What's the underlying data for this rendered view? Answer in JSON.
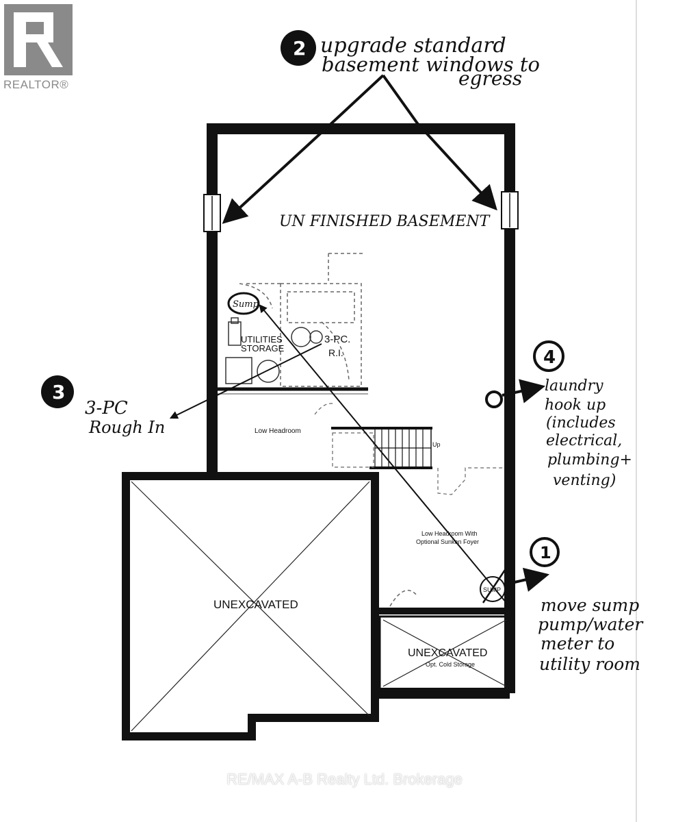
{
  "logo": {
    "text": "REALTOR®"
  },
  "watermark": "RE/MAX A-B Realty Ltd. Brokerage",
  "plan": {
    "room_main": "UN FINISHED BASEMENT",
    "room_utilities_line1": "UTILITIES",
    "room_utilities_line2": "STORAGE",
    "sump_circle": "Sump",
    "rough_in_line1": "3-PC.",
    "rough_in_line2": "R.I.",
    "low_headroom": "Low Headroom",
    "low_headroom_foyer_line1": "Low Headroom With",
    "low_headroom_foyer_line2": "Optional Sunken Foyer",
    "stair_up": "Up",
    "sump_label": "SUMP",
    "unexcavated_large": "UNEXCAVATED",
    "unexcavated_small": "UNEXCAVATED",
    "cold_storage": "Opt. Cold Storage"
  },
  "notes": {
    "n1_number": "1",
    "n1_text": [
      "move sump",
      "pump/water",
      "meter to",
      "utility room"
    ],
    "n2_number": "2",
    "n2_text": [
      "upgrade standard",
      "basement windows to",
      "egress"
    ],
    "n3_number": "3",
    "n3_text": [
      "3-PC",
      "Rough In"
    ],
    "n4_number": "4",
    "n4_text": [
      "laundry",
      "hook up",
      "(includes",
      "electrical,",
      "plumbing+",
      "venting)"
    ]
  }
}
